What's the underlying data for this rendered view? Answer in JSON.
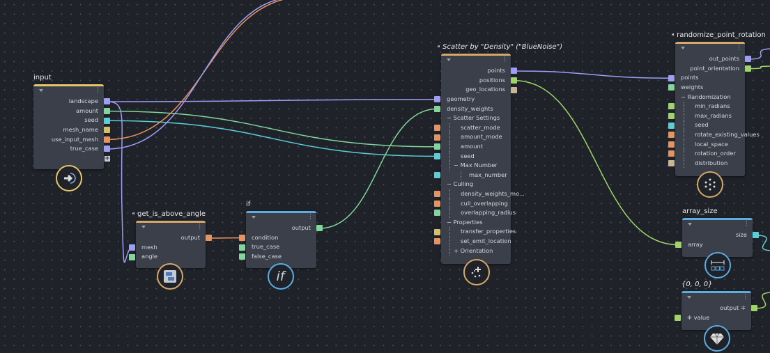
{
  "colors": {
    "blue": "#9d9ef5",
    "green": "#7fd89a",
    "cyan": "#5ccfd6",
    "yellow": "#d8bf62",
    "orange": "#e8935e",
    "lime": "#9fd567",
    "tan": "#c9b495",
    "accent_gold": "#e6c76b",
    "accent_tan": "#d7a968",
    "accent_blue": "#5aaee2",
    "node_bg": "#3a3f49",
    "canvas_bg": "#1f2229"
  },
  "nodes": [
    {
      "id": "input",
      "title": "input",
      "accent": "accent_gold",
      "icon": "arrow-right-icon",
      "rows": [
        {
          "t": "out",
          "label": "landscape",
          "pin": "blue"
        },
        {
          "t": "out",
          "label": "amount",
          "pin": "green"
        },
        {
          "t": "out",
          "label": "seed",
          "pin": "cyan"
        },
        {
          "t": "out",
          "label": "mesh_name",
          "pin": "yellow"
        },
        {
          "t": "out",
          "label": "use_input_mesh",
          "pin": "orange"
        },
        {
          "t": "out",
          "label": "true_case",
          "pin": "blue"
        }
      ]
    },
    {
      "id": "get_is_above_angle",
      "title": "get_is_above_angle",
      "accent": "accent_tan",
      "icon": "subgraph-icon",
      "rows": [
        {
          "t": "out",
          "label": "output",
          "pin": "orange"
        },
        {
          "t": "in",
          "label": "mesh",
          "pin": "blue"
        },
        {
          "t": "in",
          "label": "angle",
          "pin": "green"
        }
      ]
    },
    {
      "id": "if",
      "title": "if",
      "accent": "accent_blue",
      "icon": "if-icon",
      "icon_text": "if",
      "rows": [
        {
          "t": "out",
          "label": "output",
          "pin": "green"
        },
        {
          "t": "in",
          "label": "condition",
          "pin": "orange"
        },
        {
          "t": "in",
          "label": "true_case",
          "pin": "green"
        },
        {
          "t": "in",
          "label": "false_case",
          "pin": "green"
        }
      ]
    },
    {
      "id": "scatter",
      "title": "Scatter by \"Density\" (\"BlueNoise\")",
      "italic": true,
      "accent": "accent_tan",
      "icon": "scatter-icon",
      "rows": [
        {
          "t": "out",
          "label": "points",
          "pin": "blue"
        },
        {
          "t": "out",
          "label": "positions",
          "pin": "lime"
        },
        {
          "t": "out",
          "label": "geo_locations",
          "pin": "tan"
        },
        {
          "t": "in",
          "label": "geometry",
          "pin": "blue"
        },
        {
          "t": "in",
          "label": "density_weights",
          "pin": "green"
        },
        {
          "t": "grp",
          "label": "− Scatter Settings"
        },
        {
          "t": "sub",
          "label": "scatter_mode",
          "pin": "orange"
        },
        {
          "t": "sub",
          "label": "amount_mode",
          "pin": "orange"
        },
        {
          "t": "sub",
          "label": "amount",
          "pin": "green"
        },
        {
          "t": "sub",
          "label": "seed",
          "pin": "cyan"
        },
        {
          "t": "sub",
          "label": "− Max Number",
          "head": true
        },
        {
          "t": "sub2",
          "label": "max_number",
          "pin": "cyan"
        },
        {
          "t": "grp",
          "label": "− Culling"
        },
        {
          "t": "sub",
          "label": "density_weights_mo...",
          "pin": "orange"
        },
        {
          "t": "sub",
          "label": "cull_overlapping",
          "pin": "orange"
        },
        {
          "t": "sub",
          "label": "overlapping_radius",
          "pin": "green"
        },
        {
          "t": "grp",
          "label": "− Properties"
        },
        {
          "t": "sub",
          "label": "transfer_properties",
          "pin": "yellow"
        },
        {
          "t": "sub",
          "label": "set_emit_location",
          "pin": "orange"
        },
        {
          "t": "sub",
          "label": "+ Orientation",
          "head": true
        }
      ]
    },
    {
      "id": "randomize",
      "title": "randomize_point_rotation",
      "accent": "accent_tan",
      "icon": "random-dots-icon",
      "rows": [
        {
          "t": "out",
          "label": "out_points",
          "pin": "blue"
        },
        {
          "t": "out",
          "label": "point_orientation",
          "pin": "lime"
        },
        {
          "t": "in",
          "label": "points",
          "pin": "blue"
        },
        {
          "t": "in",
          "label": "weights",
          "pin": "green"
        },
        {
          "t": "grp",
          "label": "− Randomization"
        },
        {
          "t": "sub",
          "label": "min_radians",
          "pin": "lime"
        },
        {
          "t": "sub",
          "label": "max_radians",
          "pin": "lime"
        },
        {
          "t": "sub",
          "label": "seed",
          "pin": "cyan"
        },
        {
          "t": "sub",
          "label": "rotate_existing_values",
          "pin": "orange"
        },
        {
          "t": "sub",
          "label": "local_space",
          "pin": "orange"
        },
        {
          "t": "sub",
          "label": "rotation_order",
          "pin": "orange"
        },
        {
          "t": "sub",
          "label": "distribution",
          "pin": "tan"
        }
      ]
    },
    {
      "id": "array_size",
      "title": "array_size",
      "accent": "accent_blue",
      "icon": "array-icon",
      "rows": [
        {
          "t": "out",
          "label": "size",
          "pin": "cyan"
        },
        {
          "t": "in",
          "label": "array",
          "pin": "lime"
        }
      ]
    },
    {
      "id": "constant",
      "title": "{0, 0, 0}",
      "italic": true,
      "accent": "accent_blue",
      "icon": "diamond-icon",
      "rows": [
        {
          "t": "out",
          "label": "output ⁜",
          "pin": "lime"
        },
        {
          "t": "in",
          "label": "⁜ value",
          "pin": "lime"
        }
      ]
    }
  ]
}
